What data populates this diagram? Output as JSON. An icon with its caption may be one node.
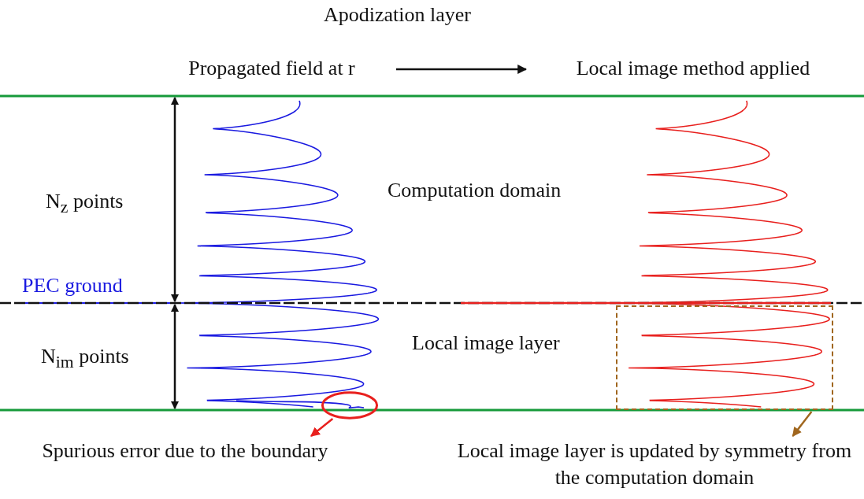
{
  "diagram": {
    "nodes": [
      {
        "text": [
          "Propagated field at r"
        ]
      },
      {
        "text": [
          "Local image method applied"
        ]
      },
      {
        "text": [],
        "shape": "box"
      },
      {
        "text": [
          "Local image layer is updated by symmetry from the computation domain"
        ]
      },
      {
        "text": [],
        "shape": "circle"
      },
      {
        "text": [
          "Spurious error due to the boundary"
        ]
      }
    ],
    "edges": [
      {
        "from": 0,
        "to": 1,
        "arrow": "to"
      },
      {
        "from": 2,
        "to": 3,
        "arrow": "to",
        "color": "#a0661e"
      },
      {
        "from": 4,
        "to": 5,
        "arrow": "to",
        "color": "#e8201e"
      }
    ],
    "labels": [
      "Apodization layer",
      "N$_{z}$ points",
      "PEC ground",
      "Computation domain",
      "Local image layer",
      "N$_{im}$ points"
    ]
  }
}
